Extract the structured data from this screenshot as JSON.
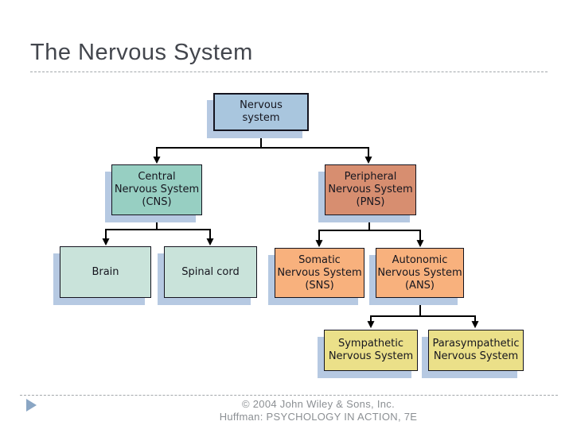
{
  "slide": {
    "title": "The Nervous System",
    "footer": {
      "copyright": "© 2004 John Wiley & Sons, Inc.",
      "attribution": "Huffman: PSYCHOLOGY IN ACTION, 7E"
    }
  },
  "diagram": {
    "type": "hierarchy-flowchart",
    "nodes": {
      "nervous_system": {
        "label": "Nervous\nsystem",
        "fill": "#a9c6de",
        "parent": null
      },
      "cns": {
        "label": "Central\nNervous System\n(CNS)",
        "fill": "#97cfc2",
        "parent": "nervous_system"
      },
      "pns": {
        "label": "Peripheral\nNervous System\n(PNS)",
        "fill": "#d78e70",
        "parent": "nervous_system"
      },
      "brain": {
        "label": "Brain",
        "fill": "#c9e3da",
        "parent": "cns"
      },
      "spinal_cord": {
        "label": "Spinal cord",
        "fill": "#c9e3da",
        "parent": "cns"
      },
      "sns": {
        "label": "Somatic\nNervous System\n(SNS)",
        "fill": "#f8b17d",
        "parent": "pns"
      },
      "ans": {
        "label": "Autonomic\nNervous System\n(ANS)",
        "fill": "#f8b17d",
        "parent": "pns"
      },
      "sympathetic": {
        "label": "Sympathetic\nNervous System",
        "fill": "#ebe089",
        "parent": "ans"
      },
      "parasympathetic": {
        "label": "Parasympathetic\nNervous System",
        "fill": "#ebe089",
        "parent": "ans"
      }
    },
    "colors": {
      "box_border": "#14141f",
      "box_shadow": "#b6c9e2",
      "connector": "#000000",
      "advance_triangle": "#8aa6c4",
      "title_text": "#43464d",
      "footer_text": "#8b8f93"
    }
  }
}
